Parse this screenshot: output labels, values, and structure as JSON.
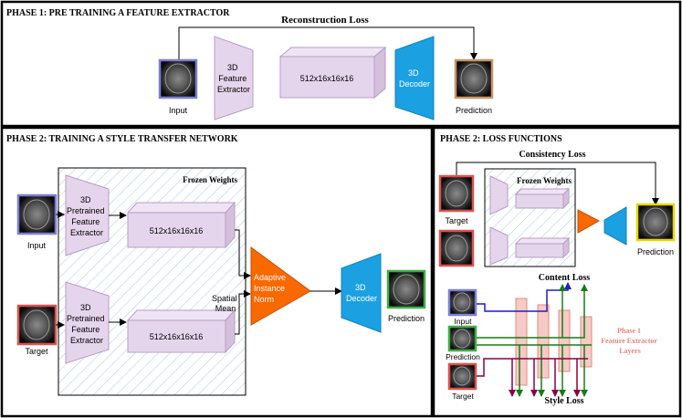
{
  "phase1": {
    "title": "PHASE 1: PRE TRAINING  A FEATURE EXTRACTOR",
    "loss": "Reconstruction Loss",
    "input": "Input",
    "extractor": [
      "3D",
      "Feature",
      "Extractor"
    ],
    "latent": "512x16x16x16",
    "decoder": [
      "3D",
      "Decoder"
    ],
    "prediction": "Prediction"
  },
  "phase2": {
    "title": "PHASE 2: TRAINING A STYLE TRANSFER NETWORK",
    "frozen": "Frozen Weights",
    "input": "Input",
    "target": "Target",
    "extractor": [
      "3D",
      "Pretrained",
      "Feature",
      "Extractor"
    ],
    "latent_top": "512x16x16x16",
    "latent_bottom": "512x16x16x16",
    "spatial_mean": [
      "Spatial",
      "Mean"
    ],
    "adain": [
      "Adaptive",
      "Instance",
      "Norm"
    ],
    "decoder": [
      "3D",
      "Decoder"
    ],
    "prediction": "Prediction"
  },
  "loss_panel": {
    "title": "PHASE 2: LOSS FUNCTIONS",
    "consistency": "Consistency Loss",
    "frozen": "Frozen Weights",
    "target": "Target",
    "prediction": "Prediction",
    "content_loss": "Content Loss",
    "style_loss": "Style Loss",
    "layers_label": [
      "Phase 1",
      "Feature Extractor",
      "Layers"
    ],
    "input2": "Input",
    "prediction2": "Prediction",
    "target2": "Target"
  },
  "colors": {
    "input_border": "#7b7fd6",
    "target_border": "#d9534f",
    "prediction_border": "#3cb043",
    "phase1_pred_border": "#c8956a",
    "extractor_fill": "#e5d5ec",
    "decoder_fill": "#1ba1e2",
    "adain_fill": "#fa6800",
    "content_line": "#1f1fbf",
    "style_line": "#8b0040",
    "green_line": "#1a7a1a",
    "layer_fill": "#f4b8b2"
  }
}
